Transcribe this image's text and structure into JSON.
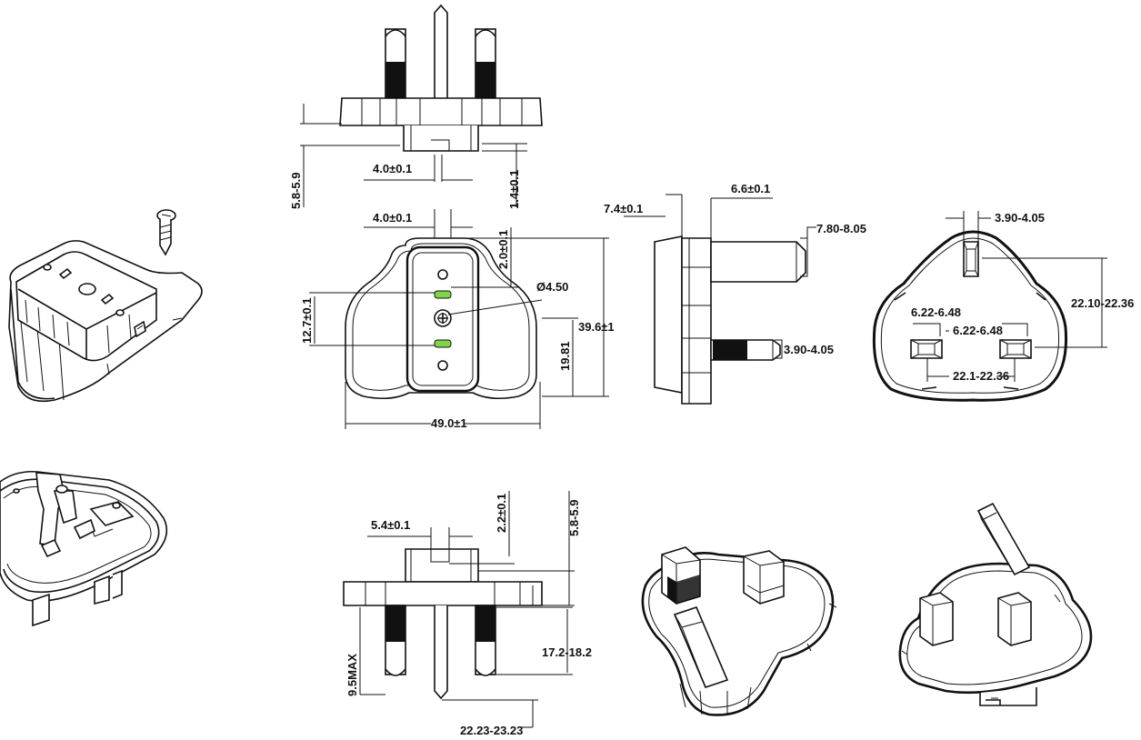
{
  "drawing": {
    "accent_color": "#7fd44a",
    "line_color": "#111111",
    "views": [
      "isometric-top-view",
      "isometric-bottom-view",
      "pins-up-side-view",
      "front-view",
      "profile-view",
      "rear-view",
      "pins-down-side-view",
      "isometric-pins-view-left",
      "isometric-pins-view-right"
    ]
  },
  "dimensions": {
    "top_width": "4.0±0.1",
    "top_height_left": "5.8-5.9",
    "top_pin_offset": "1.4±0.1",
    "front_width_small": "4.0±0.1",
    "front_top_gap": "2.0±0.1",
    "front_hole": "Ø4.50",
    "front_slot_spacing": "12.7±0.1",
    "front_height": "39.6±1",
    "front_lower_height": "19.81",
    "front_width": "49.0±1",
    "side_offset_a": "7.4±0.1",
    "side_offset_b": "6.6±0.1",
    "side_pin_dia_top": "7.80-8.05",
    "side_pin_dia_bottom": "3.90-4.05",
    "rear_slot_top": "3.90-4.05",
    "rear_slot_a": "6.22-6.48",
    "rear_slot_b": "6.22-6.48",
    "rear_height": "22.10-22.36",
    "rear_spacing": "22.1-22.36",
    "bottom_width": "5.4±0.1",
    "bottom_gap": "2.2±0.1",
    "bottom_right_height": "5.8-5.9",
    "bottom_pin_length": "17.2-18.2",
    "bottom_max": "9.5MAX",
    "bottom_spacing": "22.23-23.23"
  }
}
